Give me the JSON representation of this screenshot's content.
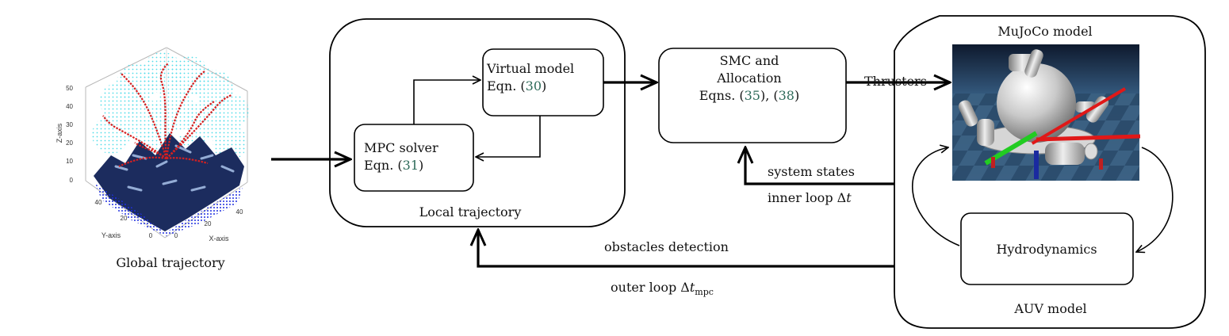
{
  "colors": {
    "stroke": "#000000",
    "equation_ref": "#2e6b5a",
    "trajectory_path": "#d42020",
    "sphere_points": "#33d6e6",
    "terrain": "#1c2c5e",
    "terrain_base": "#1e2ee0",
    "mujoco_bg": "#2a4a6a",
    "axis_red": "#e01818",
    "axis_green": "#22cc22",
    "axis_blue": "#1a2aa0"
  },
  "global": {
    "caption": "Global trajectory",
    "z_axis_label": "Z-axis",
    "x_axis_label": "X-axis",
    "y_axis_label": "Y-axis",
    "z_ticks": [
      "0",
      "10",
      "20",
      "30",
      "40",
      "50"
    ],
    "x_ticks": [
      "0",
      "20",
      "40"
    ],
    "y_ticks": [
      "0",
      "20",
      "40"
    ]
  },
  "local": {
    "caption": "Local trajectory",
    "virtual_model": {
      "line1": "Virtual model",
      "eqn_prefix": "Eqn. (",
      "eqn_ref": "30",
      "eqn_suffix": ")"
    },
    "mpc_solver": {
      "line1": "MPC solver",
      "eqn_prefix": "Eqn. (",
      "eqn_ref": "31",
      "eqn_suffix": ")"
    }
  },
  "smc": {
    "line1": "SMC and",
    "line2": "Allocation",
    "eqn_prefix": "Eqns. (",
    "ref1": "35",
    "mid": "), (",
    "ref2": "38",
    "eqn_suffix": ")"
  },
  "auv": {
    "mujoco_title": "MuJoCo model",
    "hydrodynamics": "Hydrodynamics",
    "caption": "AUV model"
  },
  "signals": {
    "thrusters": "Thrusters",
    "system_states": "system states",
    "inner_loop": "inner loop Δ",
    "inner_loop_var": "t",
    "obstacles_detection": "obstacles detection",
    "outer_loop": "outer loop Δ",
    "outer_loop_var": "t",
    "outer_loop_sub": "mpc"
  }
}
